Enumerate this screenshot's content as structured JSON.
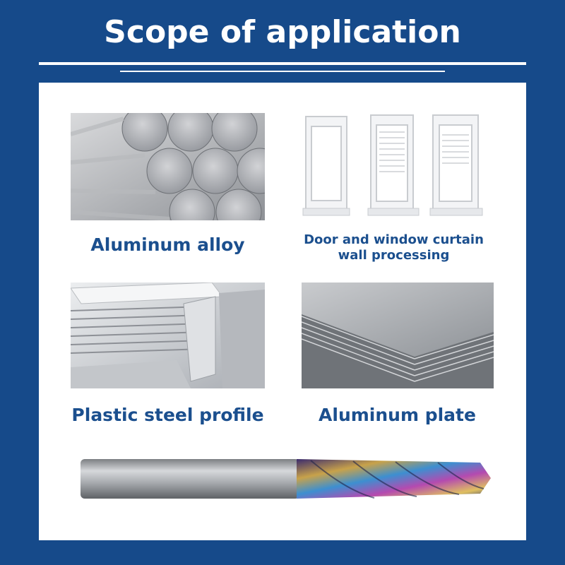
{
  "header": {
    "title": "Scope of application"
  },
  "items": [
    {
      "label": "Aluminum alloy",
      "image": "aluminum-bars-photo"
    },
    {
      "label_line1": "Door and window curtain",
      "label_line2": "wall processing",
      "image": "window-frames-photo"
    },
    {
      "label": "Plastic steel profile",
      "image": "aluminum-profile-photo"
    },
    {
      "label": "Aluminum plate",
      "image": "aluminum-sheets-photo"
    }
  ],
  "product": {
    "image": "end-mill-photo"
  },
  "colors": {
    "background": "#164a8a",
    "panel": "#ffffff",
    "caption": "#1b4f8e"
  }
}
